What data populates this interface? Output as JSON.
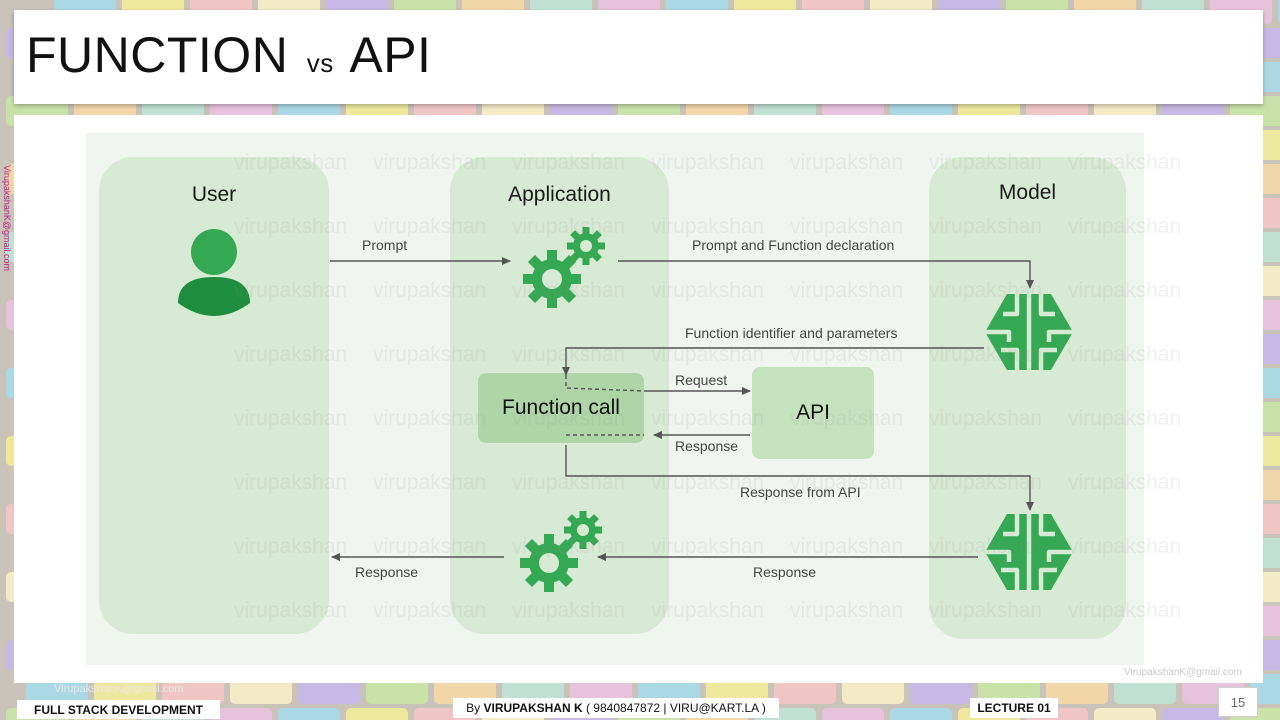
{
  "title": {
    "main": "FUNCTION",
    "vs": "vs",
    "api": "API"
  },
  "diagram": {
    "panels": {
      "user": "User",
      "application": "Application",
      "model": "Model"
    },
    "boxes": {
      "function_call": "Function call",
      "api": "API"
    },
    "arrows": {
      "prompt": "Prompt",
      "prompt_function_declaration": "Prompt and Function declaration",
      "function_identifier": "Function identifier and parameters",
      "request": "Request",
      "response_api": "Response",
      "response_from_api": "Response from API",
      "response_model": "Response",
      "response_user": "Response"
    },
    "watermark": "virupakshan"
  },
  "side_email": "VirupakshanK@gmail.com",
  "footer": {
    "course": "FULL STACK DEVELOPMENT",
    "author_prefix": "By ",
    "author_name": "VIRUPAKSHAN K",
    "author_contact": " ( 9840847872 | VIRU@KART.LA )",
    "lecture": "LECTURE 01",
    "page": "15",
    "email": "VirupakshanK@gmail.com",
    "email_right": "VirupakshanK@gmail.com"
  },
  "colors": {
    "icon_green": "#34a853",
    "icon_dark": "#1e8e3e",
    "panel": "#d7ead3"
  }
}
